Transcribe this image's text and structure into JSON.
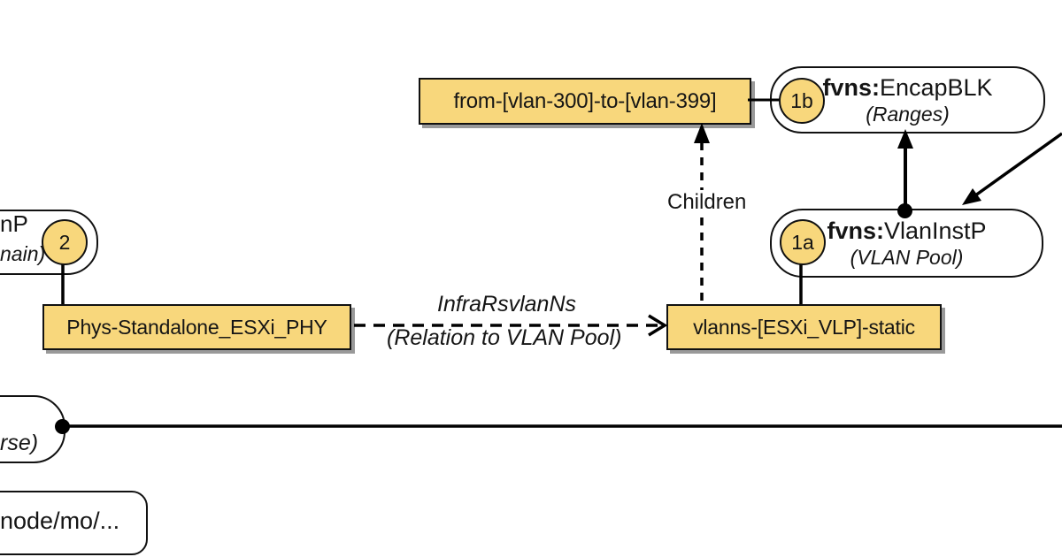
{
  "nodes": {
    "encap_block_label": "from-[vlan-300]-to-[vlan-399]",
    "vlan_pool_label": "vlanns-[ESXi_VLP]-static",
    "phys_domain_label": "Phys-Standalone_ESXi_PHY",
    "api_path_label": "node/mo/..."
  },
  "classes": {
    "encapblk": {
      "badge": "1b",
      "prefix": "fvns:",
      "name": "EncapBLK",
      "subtitle": "(Ranges)"
    },
    "vlaninstp": {
      "badge": "1a",
      "prefix": "fvns:",
      "name": "VlanInstP",
      "subtitle": "(VLAN Pool)"
    },
    "physdom": {
      "badge": "2",
      "name_fragment": "nP",
      "subtitle_fragment": "nain)"
    },
    "universe": {
      "subtitle_fragment": "rse)"
    }
  },
  "edges": {
    "children_label": "Children",
    "relation_name": "InfraRsvlanNs",
    "relation_subtitle": "(Relation to VLAN Pool)"
  },
  "colors": {
    "node_fill": "#F8D77C",
    "node_border": "#111111",
    "line": "#000000",
    "background": "#FFFFFF",
    "shadow": "#4A4A4A"
  }
}
